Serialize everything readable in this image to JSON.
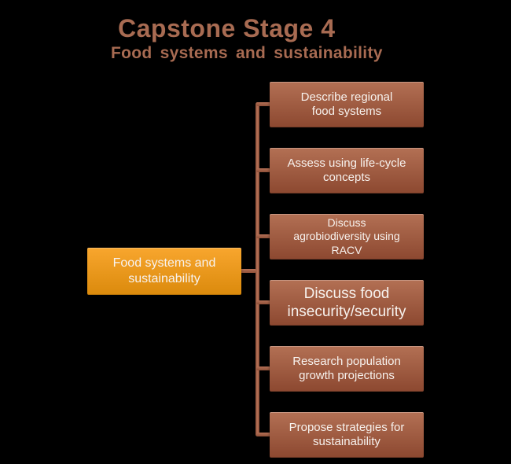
{
  "background": "#000000",
  "header": {
    "title": "Capstone Stage 4",
    "subtitle": "Food systems and sustainability",
    "title_color": "#A86B52"
  },
  "diagram": {
    "type": "hierarchy-left-to-right",
    "text_color": "#F7F2EE",
    "connector": {
      "base": "#A86450",
      "light": "#B47056",
      "dark": "#8E5038"
    },
    "root": {
      "text": "Food systems and sustainability",
      "lines": [
        "Food systems and",
        "sustainability"
      ],
      "fill_top": "#F8A62E",
      "fill_bottom": "#DB8A0C"
    },
    "branch_fill_top": "#B37054",
    "branch_fill_bottom": "#8C4830",
    "branches": [
      {
        "text": "Describe regional food systems",
        "lines": [
          "Describe regional",
          "food systems"
        ]
      },
      {
        "text": "Assess using life-cycle concepts",
        "lines": [
          "Assess using life-cycle",
          "concepts"
        ]
      },
      {
        "text": "Discuss agrobiodiversity using RACV",
        "lines": [
          "Discuss",
          "agrobiodiversity using",
          "RACV"
        ]
      },
      {
        "text": "Discuss food insecurity/security",
        "lines": [
          "Discuss food",
          "insecurity/security"
        ]
      },
      {
        "text": "Research population growth projections",
        "lines": [
          "Research population",
          "growth projections"
        ]
      },
      {
        "text": "Propose strategies for sustainability",
        "lines": [
          "Propose strategies for",
          "sustainability"
        ]
      }
    ]
  }
}
